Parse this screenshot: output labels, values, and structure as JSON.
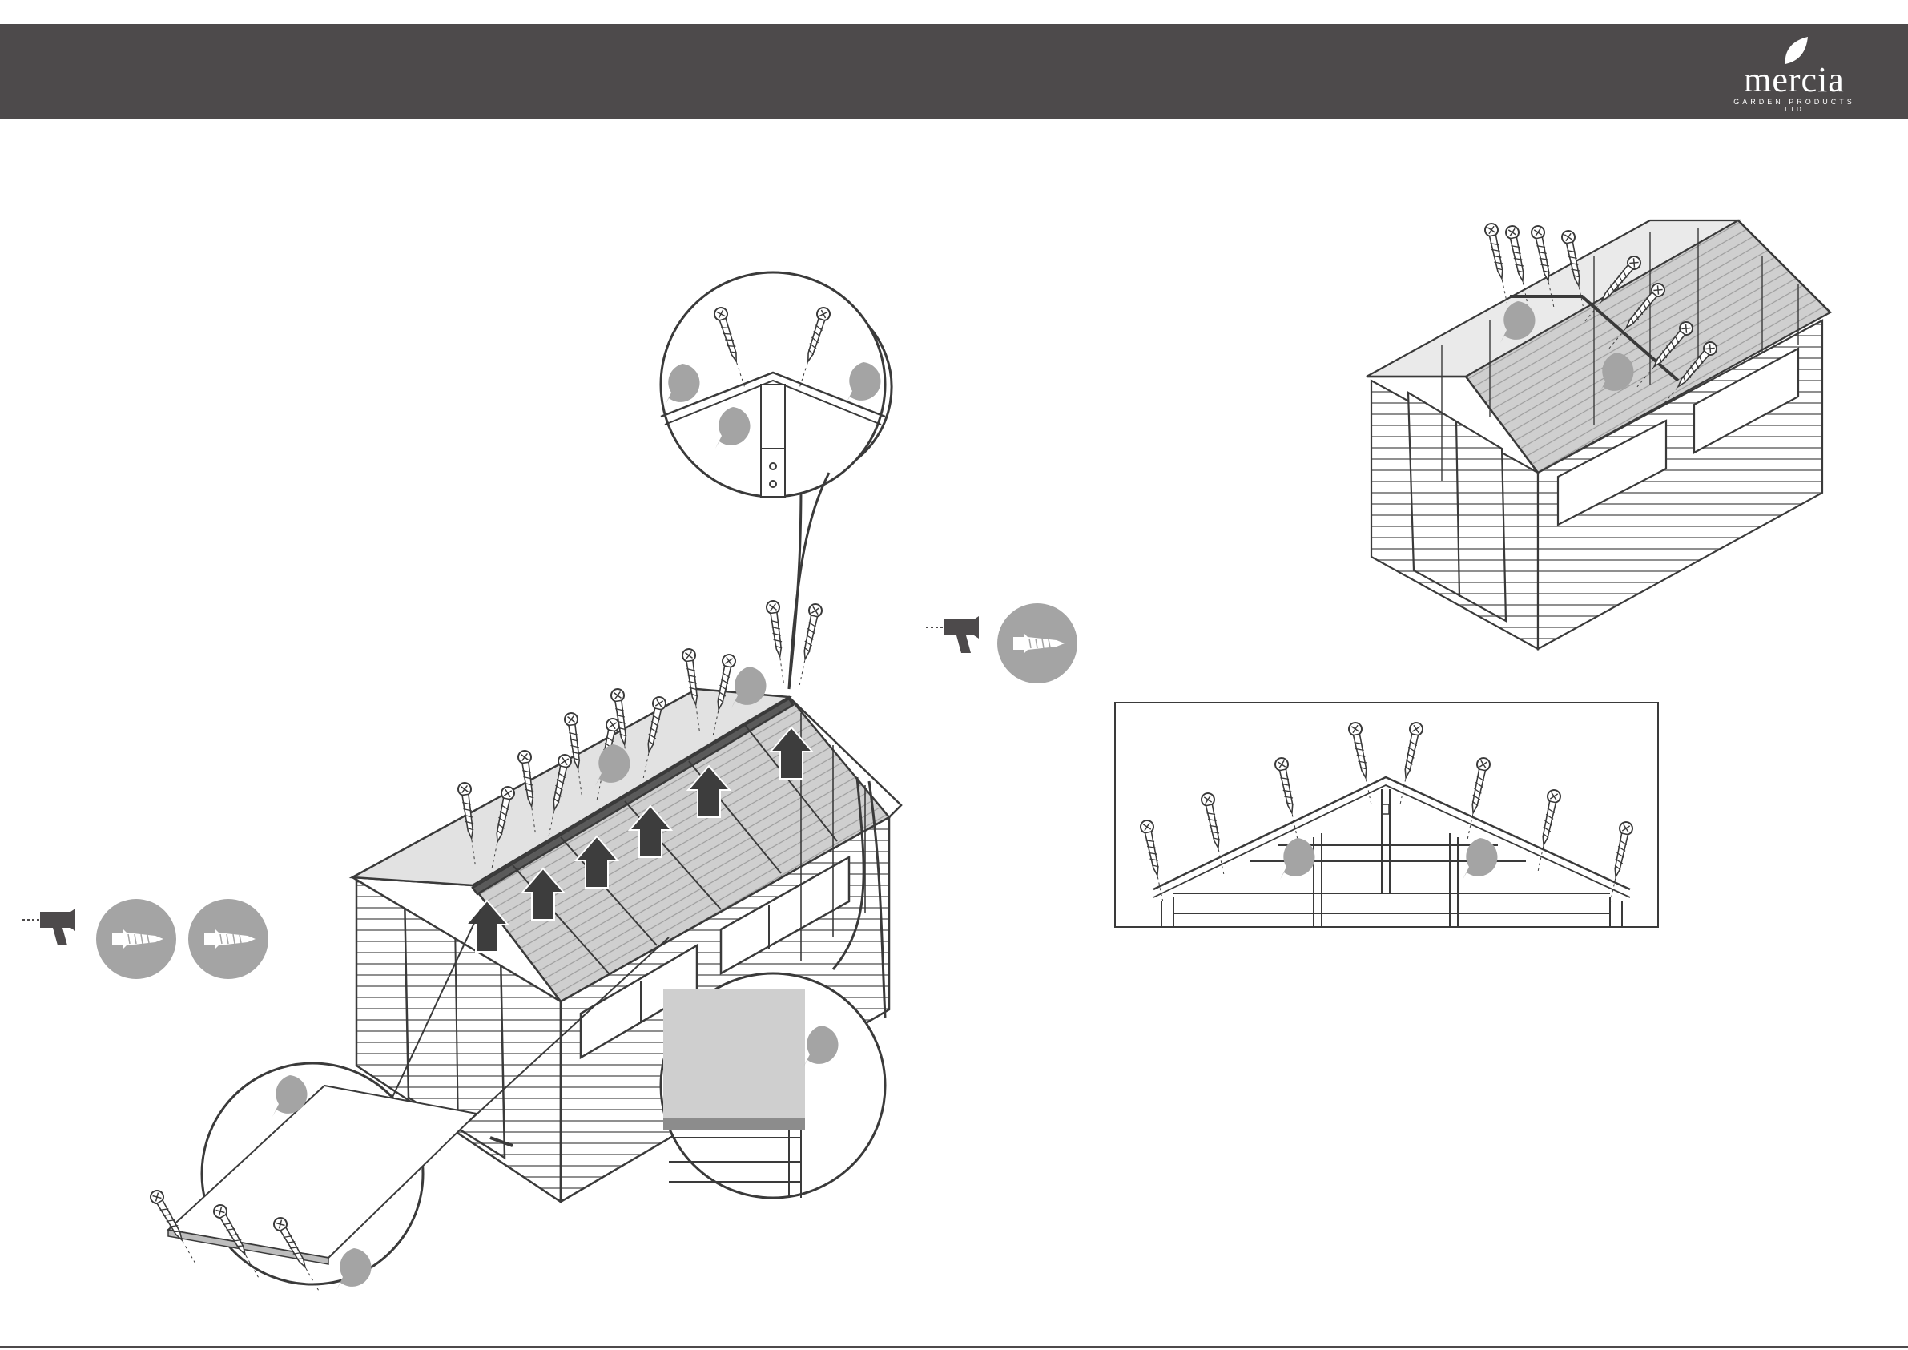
{
  "header": {
    "brand": "mercia",
    "brand_sub": "GARDEN PRODUCTS",
    "brand_sub2": "LTD",
    "bar_color": "#4d4a4b"
  },
  "colors": {
    "line": "#3a3a3a",
    "roof_fill": "#c9c9c9",
    "callout_fill": "#a4a4a4",
    "arrow_fill": "#3d3d3d"
  },
  "icons": [
    "drill-icon",
    "screw-badge-icon",
    "screw-icon",
    "callout-pin-icon",
    "up-arrow-icon"
  ]
}
